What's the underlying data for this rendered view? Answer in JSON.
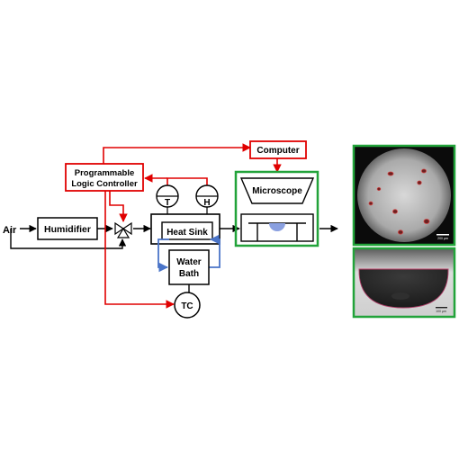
{
  "diagram": {
    "labels": {
      "air": "Air",
      "humidifier": "Humidifier",
      "plc_line1": "Programmable",
      "plc_line2": "Logic Controller",
      "computer": "Computer",
      "microscope": "Microscope",
      "heat_sink": "Heat Sink",
      "water_bath_line1": "Water",
      "water_bath_line2": "Bath",
      "temperature_sensor": "T",
      "humidity_sensor": "H",
      "tc": "TC"
    },
    "images": {
      "top_scale": "200 µm",
      "bottom_scale": "100 µm"
    },
    "colors": {
      "control_signal": "#e00000",
      "water_loop": "#4a74c8",
      "imaging_frame": "#22a33a",
      "droplet": "#8aa0e0"
    }
  }
}
